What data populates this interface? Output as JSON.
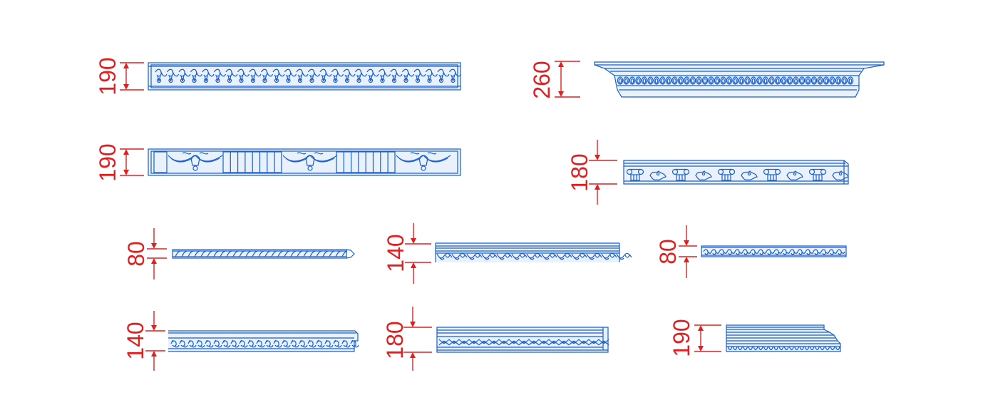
{
  "colors": {
    "dimension": "#e02020",
    "moulding": "#1a5fc8",
    "fill": "#e9f1fc"
  },
  "mouldings": [
    {
      "id": "m1",
      "dimension": "190",
      "style": "scroll-frieze"
    },
    {
      "id": "m2",
      "dimension": "260",
      "style": "egg-and-dart-cornice"
    },
    {
      "id": "m3",
      "dimension": "190",
      "style": "swag-and-flute-frieze"
    },
    {
      "id": "m4",
      "dimension": "180",
      "style": "ionic-capital-frieze"
    },
    {
      "id": "m5",
      "dimension": "80",
      "style": "rope-twist"
    },
    {
      "id": "m6",
      "dimension": "140",
      "style": "acanthus-scallop"
    },
    {
      "id": "m7",
      "dimension": "80",
      "style": "vine-band"
    },
    {
      "id": "m8",
      "dimension": "140",
      "style": "vine-scroll"
    },
    {
      "id": "m9",
      "dimension": "180",
      "style": "guilloche"
    },
    {
      "id": "m10",
      "dimension": "190",
      "style": "egg-and-dart-stepped"
    }
  ]
}
